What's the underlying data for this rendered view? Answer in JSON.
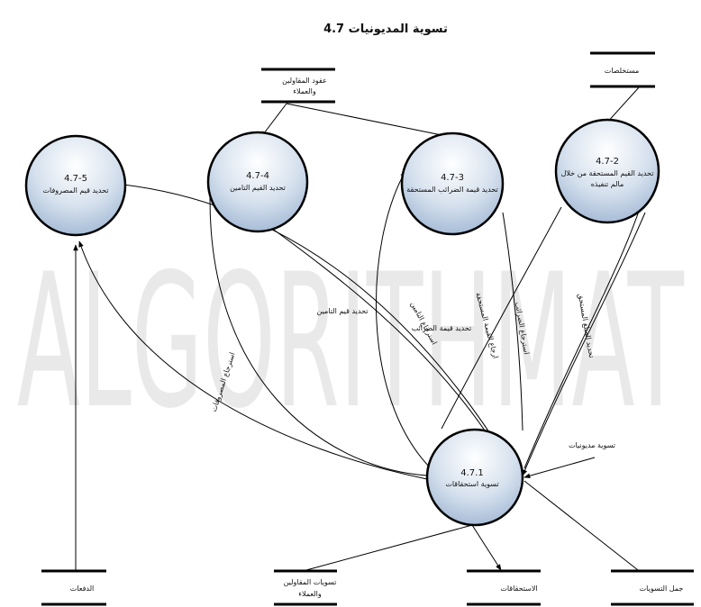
{
  "diagram": {
    "title": "4.7 تسوية المديونيات",
    "watermark": "ALGORITHMAT",
    "processes": [
      {
        "key": "p471",
        "id": "4.7.1",
        "label": "تسوية استحقاقات"
      },
      {
        "key": "p472",
        "id": "4.7-2",
        "label": "تحديد القيم المستحقة من خلال",
        "label2": "مالم تنفيذه"
      },
      {
        "key": "p473",
        "id": "4.7-3",
        "label": "تحديد قيمة الضرائب المستحقة"
      },
      {
        "key": "p474",
        "id": "4.7-4",
        "label": "تحديد القيم التامين"
      },
      {
        "key": "p475",
        "id": "4.7-5",
        "label": "تحديد قيم المصروفات"
      }
    ],
    "stores": {
      "contracts": {
        "line1": "عقود المقاولين",
        "line2": "والعملاء"
      },
      "extracts": {
        "line1": "مستخلصات"
      },
      "payments": {
        "line1": "الدفعات"
      },
      "settlements": {
        "line1": "تسويات المقاولين",
        "line2": "والعملاء"
      },
      "dues": {
        "line1": "الاستحقاقات"
      },
      "totals": {
        "line1": "جمل التسويات"
      }
    },
    "flows": {
      "insurance": "تحديد قيم التامين",
      "taxes": "تحديد قيمة الضرائب",
      "expenses": "استرجاع المصروفات",
      "debt": "تسوية مديونيات",
      "ret_due": "ارجاع القيمة المستحقة",
      "ret_tax": "استرجاع الضرائب",
      "due_amount": "تحديد المبلغ المستحق",
      "ret_ins": "استرجاع التامين"
    },
    "colors": {
      "circle_top": "#ffffff",
      "circle_bottom": "#a9bfd9",
      "stroke": "#000000",
      "watermark": "#e9e9e9"
    }
  }
}
